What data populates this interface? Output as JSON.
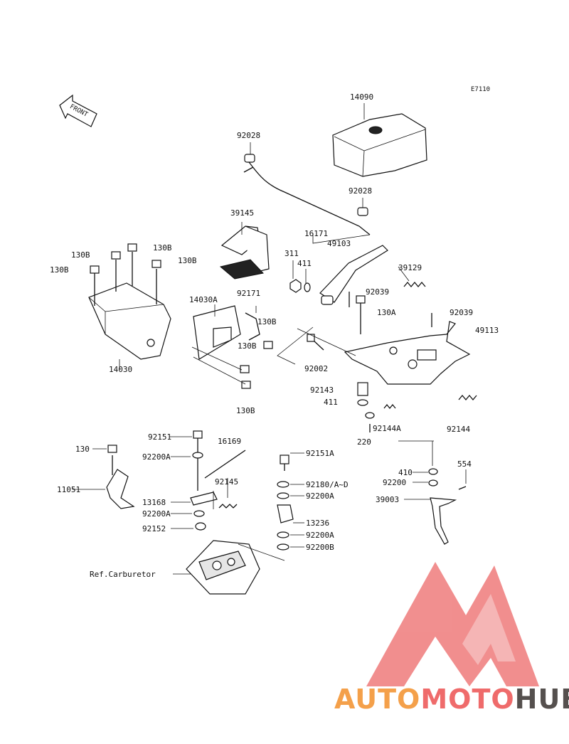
{
  "diagram_code": "E7110",
  "front_label": "FRONT",
  "ref_label": "Ref.Carburetor",
  "parts": {
    "p14090": "14090",
    "p92028a": "92028",
    "p92028b": "92028",
    "p39145": "39145",
    "p16171": "16171",
    "p311": "311",
    "p411a": "411",
    "p49103": "49103",
    "p39129": "39129",
    "p92039a": "92039",
    "p130a": "130A",
    "p92039b": "92039",
    "p49113": "49113",
    "p130b1": "130B",
    "p130b2": "130B",
    "p130b3": "130B",
    "p130b4": "130B",
    "p130b5": "130B",
    "p130b6": "130B",
    "p130b7": "130B",
    "p14030a": "14030A",
    "p92171": "92171",
    "p14030": "14030",
    "p92002": "92002",
    "p92143": "92143",
    "p411b": "411",
    "p92144a": "92144A",
    "p92144": "92144",
    "p220": "220",
    "p92151": "92151",
    "p16169": "16169",
    "p130": "130",
    "p92200a1": "92200A",
    "p92151a": "92151A",
    "p11051": "11051",
    "p92145": "92145",
    "p92180": "92180/A~D",
    "p13168": "13168",
    "p92200a2": "92200A",
    "p92200a3": "92200A",
    "p13236": "13236",
    "p92152": "92152",
    "p92200a4": "92200A",
    "p92200b": "92200B",
    "p410": "410",
    "p554": "554",
    "p92200": "92200",
    "p39003": "39003"
  },
  "watermark": {
    "part1": "AUTO",
    "part2": "MOTO",
    "part3": "HUB",
    "color_primary": "#f4a04a",
    "color_accent": "#ef6b6b",
    "color_dark": "#55504e"
  }
}
